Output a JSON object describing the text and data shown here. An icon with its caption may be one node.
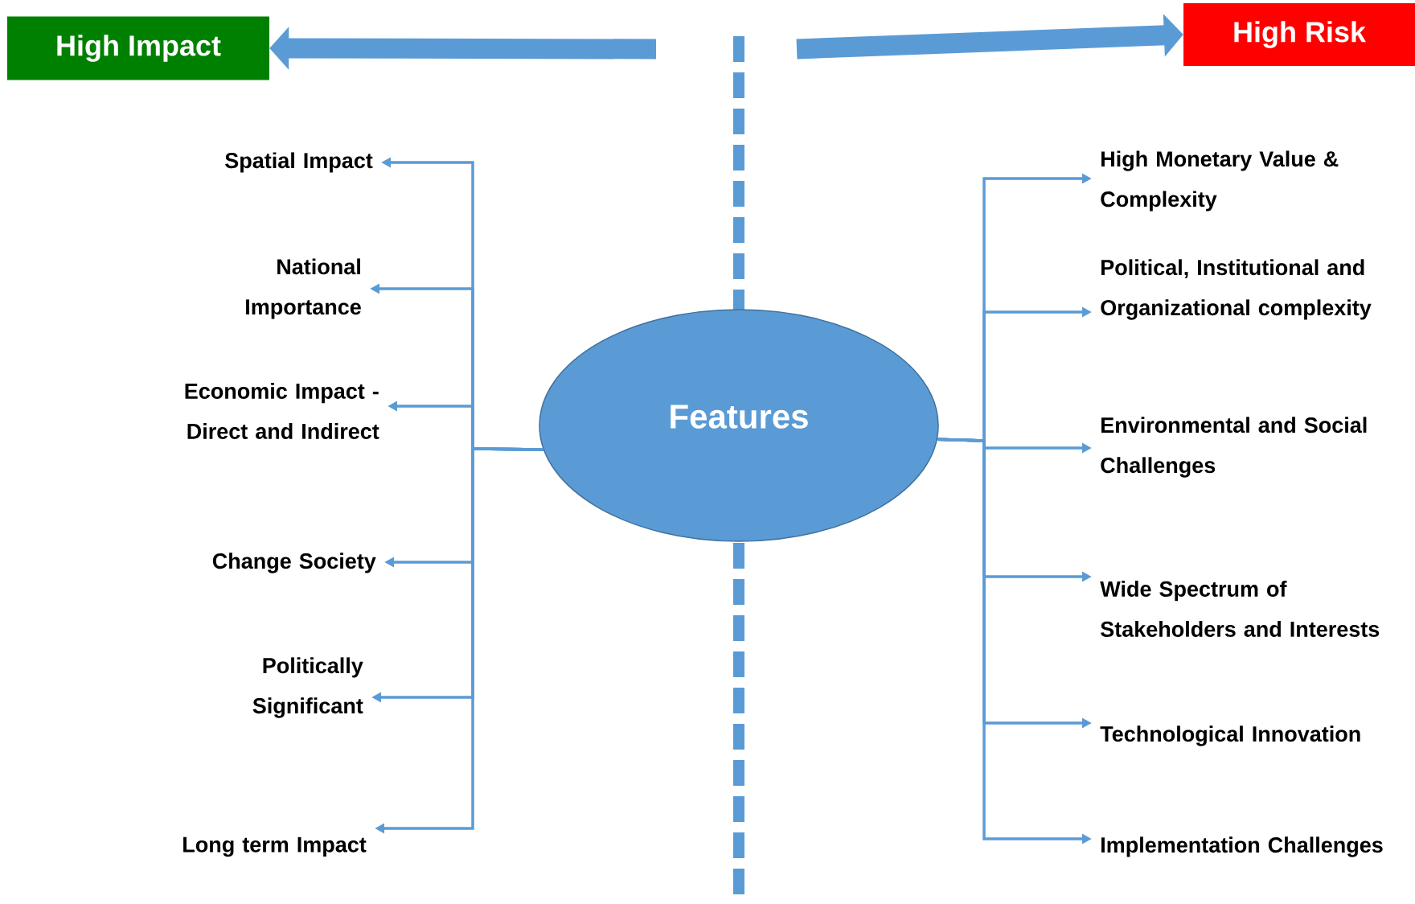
{
  "diagram": {
    "nodes": [
      {
        "text": [
          "High Impact"
        ]
      },
      {
        "text": [
          "High Risk"
        ]
      },
      {
        "text": [
          "Features"
        ]
      },
      {
        "text": [
          "Spatial Impact"
        ]
      },
      {
        "text": [
          "National Importance"
        ]
      },
      {
        "text": [
          "Economic Impact - Direct and Indirect"
        ]
      },
      {
        "text": [
          "Change Society"
        ]
      },
      {
        "text": [
          "Politically Significant"
        ]
      },
      {
        "text": [
          "Long term Impact"
        ]
      },
      {
        "text": [
          "High Monetary Value & Complexity"
        ]
      },
      {
        "text": [
          "Political, Institutional and Organizational complexity"
        ]
      },
      {
        "text": [
          "Environmental and Social Challenges"
        ]
      },
      {
        "text": [
          "Wide Spectrum of Stakeholders and Interests"
        ]
      },
      {
        "text": [
          "Technological Innovation"
        ]
      },
      {
        "text": [
          "Implementation Challenges"
        ]
      }
    ],
    "edges": [
      {
        "from": null,
        "to": 0,
        "arrow": "to",
        "style": "thick"
      },
      {
        "from": null,
        "to": 1,
        "arrow": "to",
        "style": "thick"
      },
      {
        "from": 2,
        "to": 3,
        "arrow": "to"
      },
      {
        "from": 2,
        "to": 4,
        "arrow": "to"
      },
      {
        "from": 2,
        "to": 5,
        "arrow": "to"
      },
      {
        "from": 2,
        "to": 6,
        "arrow": "to"
      },
      {
        "from": 2,
        "to": 7,
        "arrow": "to"
      },
      {
        "from": 2,
        "to": 8,
        "arrow": "to"
      },
      {
        "from": 2,
        "to": 9,
        "arrow": "to"
      },
      {
        "from": 2,
        "to": 10,
        "arrow": "to"
      },
      {
        "from": 2,
        "to": 11,
        "arrow": "to"
      },
      {
        "from": 2,
        "to": 12,
        "arrow": "to"
      },
      {
        "from": 2,
        "to": 13,
        "arrow": "to"
      },
      {
        "from": 2,
        "to": 14,
        "arrow": "to"
      }
    ]
  }
}
